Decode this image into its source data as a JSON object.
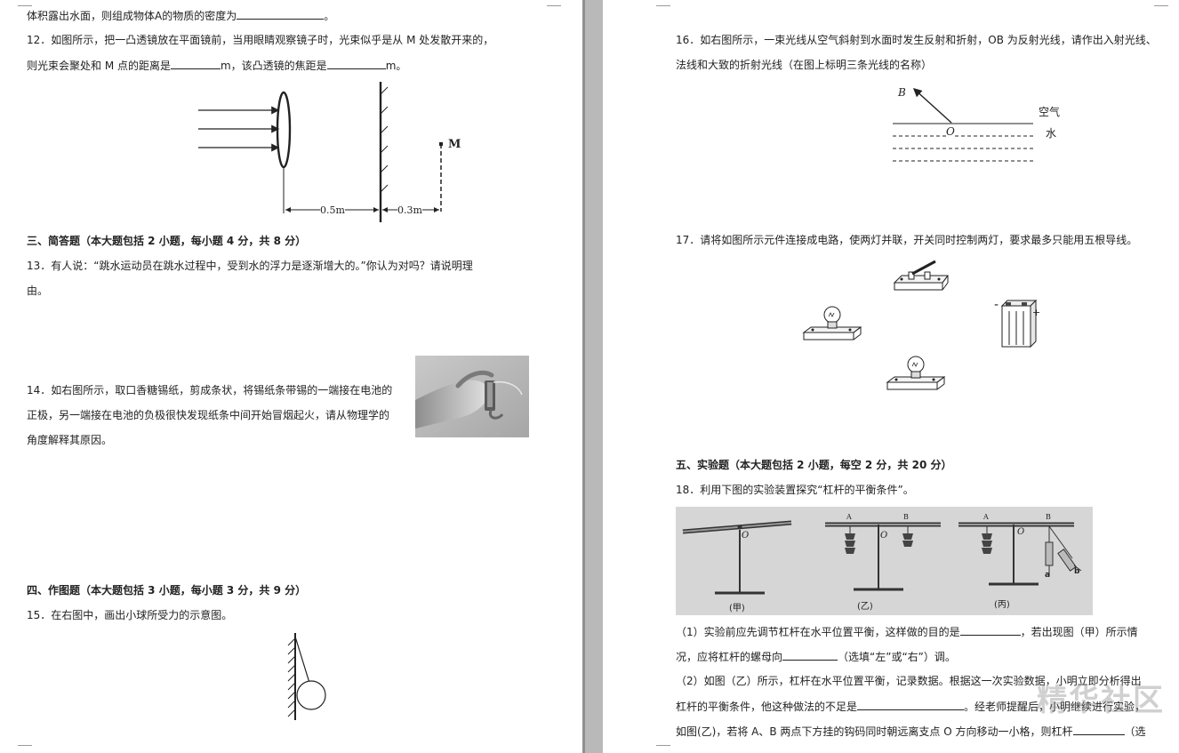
{
  "left_page": {
    "q11_tail": {
      "text_a": "体积露出水面，则组成物体",
      "text_b": "A",
      "text_c": "的物质的密度为",
      "text_d": "。"
    },
    "q12": {
      "line1": "12．如图所示，把一凸透镜放在平面镜前，当用眼睛观察镜子时，光束似乎是从 M 处发散开来的，",
      "line2_a": "则光束会聚处和 M 点的距离是",
      "line2_b": "m，该凸透镜的焦距是",
      "line2_c": "m。",
      "figure": {
        "label_m": "M",
        "dist_1": "0.5m",
        "dist_2": "0.3m"
      }
    },
    "section3": {
      "title": "三、简答题（本大题包括 2 小题，每小题 4 分，共 8 分）",
      "q13_line1": "13．有人说：“跳水运动员在跳水过程中，受到水的浮力是逐渐增大的。”你认为对吗？请说明理",
      "q13_line2": "由。",
      "q14_line1": "14．如右图所示，取口香糖锡纸，剪成条状，将锡纸条带锡的一端接在电池的",
      "q14_line2": "正极，另一端接在电池的负极很快发现纸条中间开始冒烟起火，请从物理学的",
      "q14_line3": "角度解释其原因。"
    },
    "section4": {
      "title": "四、作图题（本大题包括 3 小题，每小题 3 分，共 9 分）",
      "q15": "15．在右图中，画出小球所受力的示意图。"
    }
  },
  "right_page": {
    "q16": {
      "line1": "16．如右图所示，一束光线从空气斜射到水面时发生反射和折射，OB 为反射光线，请作出入射光线、",
      "line2": "法线和大致的折射光线（在图上标明三条光线的名称）",
      "figure": {
        "label_b": "B",
        "label_o": "O",
        "label_air": "空气",
        "label_water": "水"
      }
    },
    "q17": {
      "line1": "17．请将如图所示元件连接成电路，使两灯并联，开关同时控制两灯，要求最多只能用五根导线。",
      "battery_minus": "-",
      "battery_plus": "+"
    },
    "section5": {
      "title": "五、实验题（本大题包括 2 小题，每空 2 分，共 20 分）",
      "q18_intro": "18．利用下图的实验装置探究“杠杆的平衡条件”。",
      "figure": {
        "label_a1": "A",
        "label_b1": "B",
        "label_a2": "A",
        "label_b2": "B",
        "label_o0": "O",
        "label_o1": "O",
        "label_o2": "O",
        "label_wa": "a",
        "label_wb": "b",
        "cap_1": "(甲)",
        "cap_2": "(乙)",
        "cap_3": "(丙)"
      },
      "p1_a": "（1）实验前应先调节杠杆在水平位置平衡，这样做的目的是",
      "p1_b": "，若出现图（甲）所示情",
      "p1_c": "况，应将杠杆的螺母向",
      "p1_d": "（选填“左”或“右”）调。",
      "p2_a": "（2）如图（乙）所示，杠杆在水平位置平衡，记录数据。根据这一次实验数据，小明立即分析得出",
      "p2_b": "杠杆的平衡条件，他这种做法的不足是",
      "p2_c": "。经老师提醒后，小明继续进行实验，",
      "p2_d": "如图(乙)，若将 A、B 两点下方挂的钩码同时朝远离支点 O 方向移动一小格，则杠杆",
      "p2_e": "（选"
    },
    "watermark": "精华社区"
  }
}
